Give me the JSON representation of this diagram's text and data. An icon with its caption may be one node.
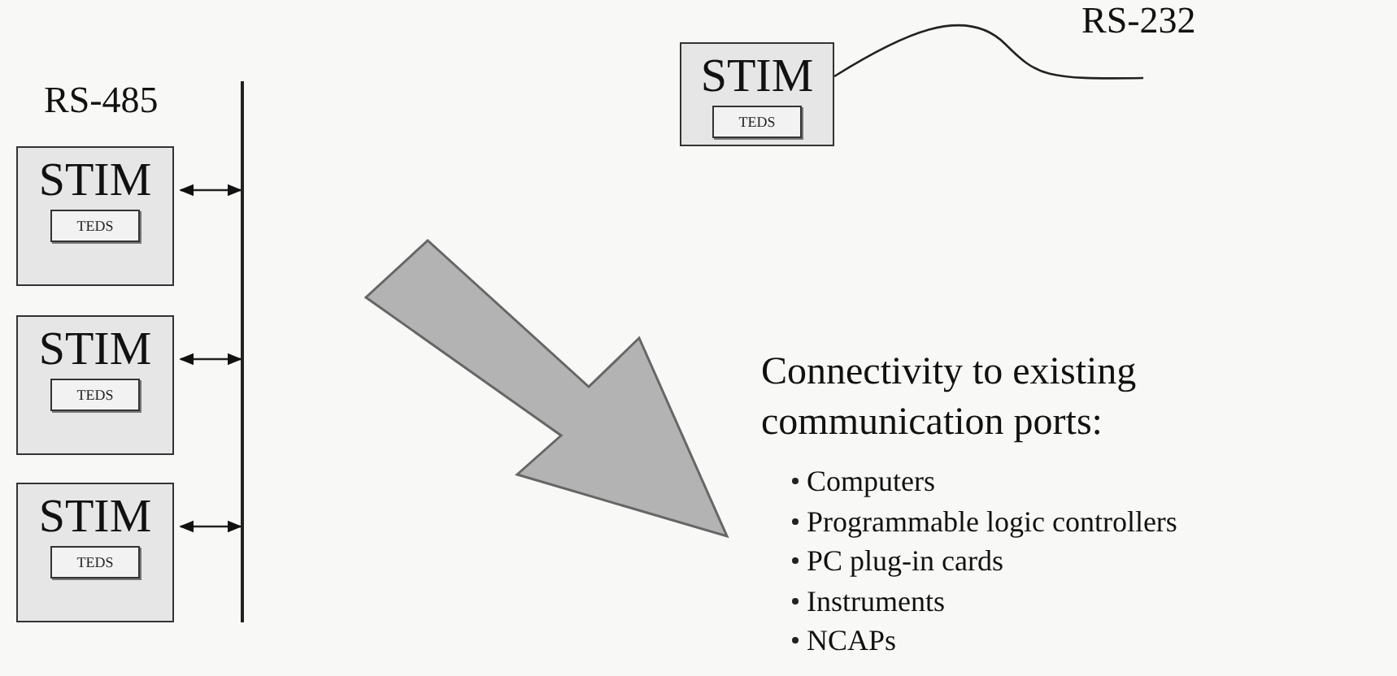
{
  "diagram": {
    "nodes": [
      {
        "text": [],
        "shape": "bar",
        "beside": [
          "RS-485"
        ]
      },
      {
        "text": [
          "STIM"
        ]
      },
      {
        "text": [
          "TEDS"
        ],
        "in": 1
      },
      {
        "text": [
          "STIM"
        ]
      },
      {
        "text": [
          "TEDS"
        ],
        "in": 3
      },
      {
        "text": [
          "STIM"
        ]
      },
      {
        "text": [
          "TEDS"
        ],
        "in": 5
      },
      {
        "text": [
          "STIM"
        ]
      },
      {
        "text": [
          "TEDS"
        ],
        "in": 7
      }
    ],
    "edges": [
      {
        "from": 1,
        "to": 0,
        "arrow": "both"
      },
      {
        "from": 3,
        "to": 0,
        "arrow": "both"
      },
      {
        "from": 5,
        "to": 0,
        "arrow": "both"
      },
      {
        "from": 7,
        "to": null,
        "arrow": "none"
      }
    ],
    "labels": [
      "RS-232",
      "Connectivity to existing communication ports:",
      "Computers",
      "Programmable logic controllers",
      "PC plug-in cards",
      "Instruments",
      "NCAPs"
    ]
  }
}
